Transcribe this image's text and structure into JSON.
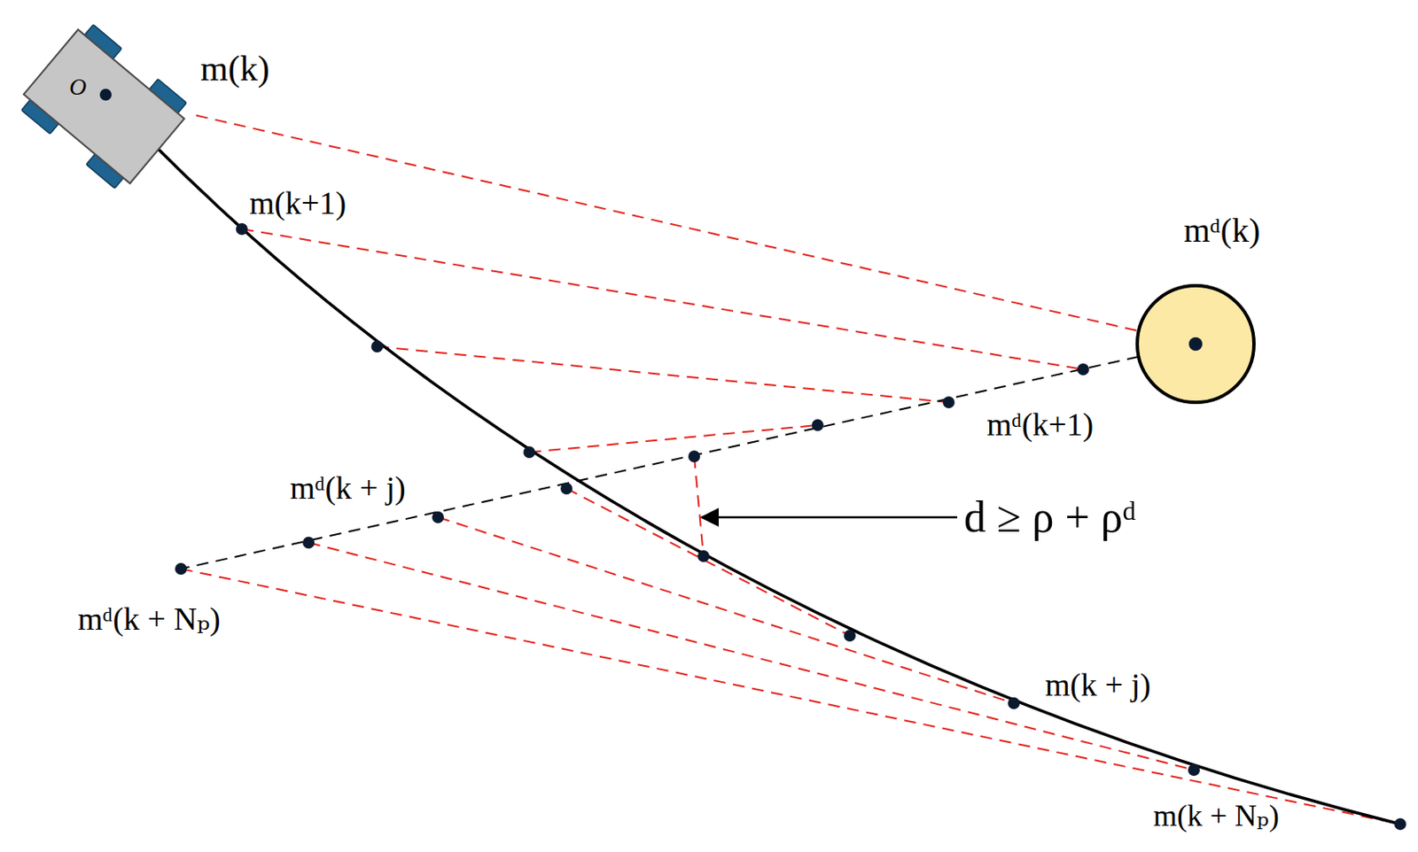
{
  "diagram": {
    "nodes": [
      {
        "text": [
          "O"
        ]
      },
      {
        "text": [
          "mᵈ(k)"
        ]
      }
    ],
    "edges": [
      {
        "from": 0,
        "to": 1,
        "arrow": "none"
      }
    ],
    "labels": [
      "m(k)",
      "m(k+1)",
      "mᵈ(k+1)",
      "mᵈ(k + j)",
      "mᵈ(k + Nₚ)",
      "m(k + j)",
      "m(k + Nₚ)",
      "d ≥ ρ + ρᵈ"
    ]
  }
}
